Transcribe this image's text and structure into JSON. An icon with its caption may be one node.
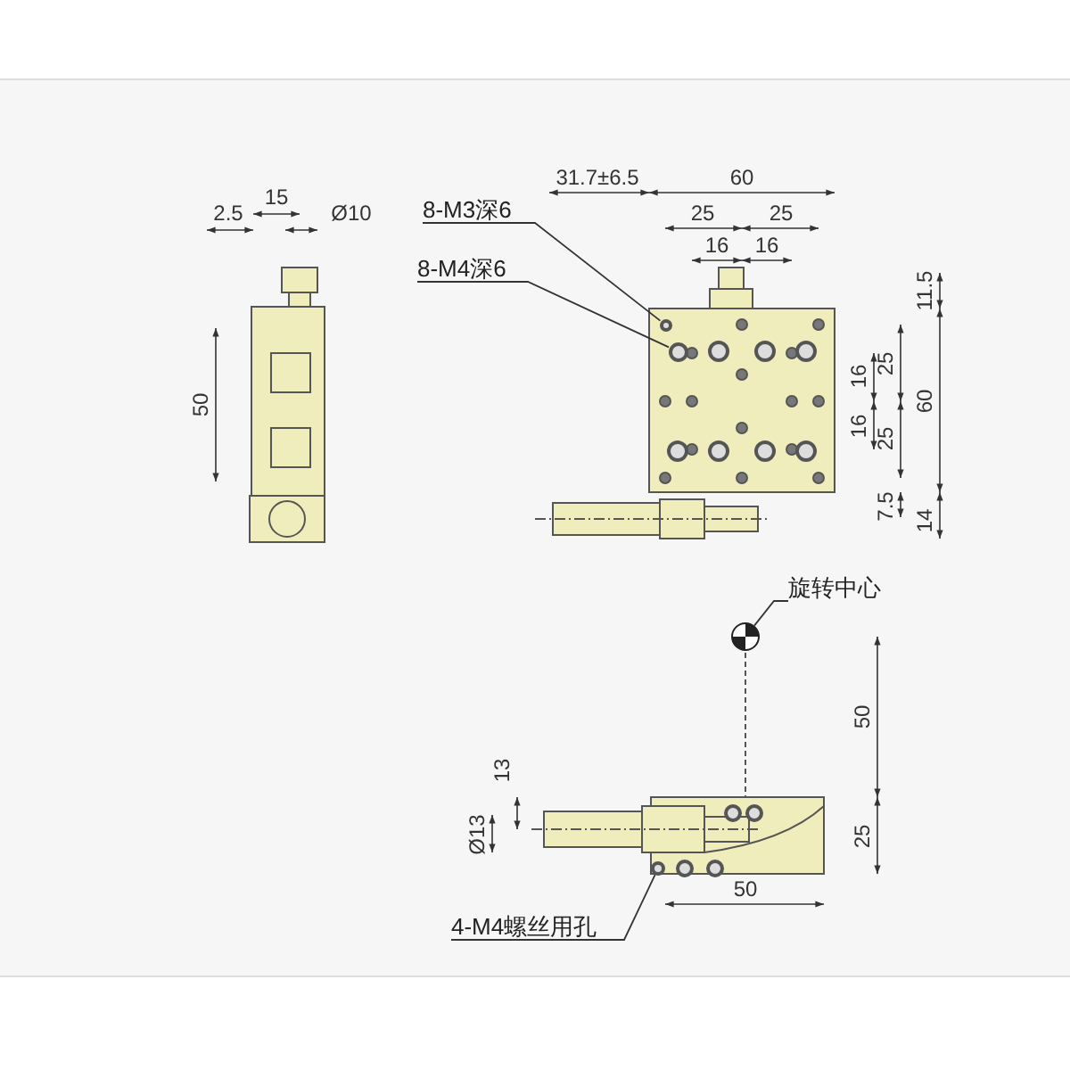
{
  "diagram": {
    "nodes": [
      {
        "text": [
          "8-M3深6"
        ]
      },
      {
        "text": [
          "8-M4深6"
        ]
      },
      {
        "text": [],
        "shape": "circle"
      },
      {
        "text": [],
        "shape": "circle"
      },
      {
        "text": [
          "旋转中心"
        ]
      },
      {
        "text": [],
        "shape": "circle"
      },
      {
        "text": [
          "4-M4螺丝用孔"
        ]
      },
      {
        "text": [],
        "shape": "circle"
      }
    ],
    "edges": [
      {
        "from": 0,
        "to": 2,
        "arrow": "none"
      },
      {
        "from": 1,
        "to": 3,
        "arrow": "none"
      },
      {
        "from": 4,
        "to": 5,
        "arrow": "none"
      },
      {
        "from": 6,
        "to": 7,
        "arrow": "none"
      }
    ],
    "labels": [
      "15",
      "2.5",
      "Ø10",
      "50",
      "31.7±6.5",
      "60",
      "25",
      "25",
      "16",
      "16",
      "11.5",
      "25",
      "16",
      "60",
      "16",
      "25",
      "7.5",
      "14",
      "50",
      "13",
      "Ø13",
      "25",
      "50"
    ]
  }
}
